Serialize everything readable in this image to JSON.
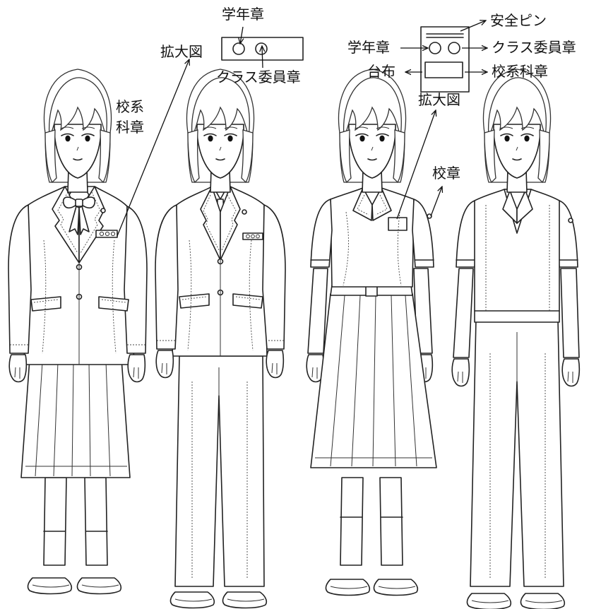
{
  "labels": {
    "grade_badge": "学年章",
    "class_committee_badge": "クラス委員章",
    "safety_pin": "安全ピン",
    "backing_cloth": "台布",
    "department_badge": "校系科章",
    "department_badge_line1": "校系",
    "department_badge_line2": "科章",
    "school_badge": "校章",
    "enlarged_view": "拡大図"
  },
  "figures": [
    {
      "top": "blazer",
      "neck": "ribbon",
      "bottom": "skirt"
    },
    {
      "top": "blazer",
      "neck": "necktie",
      "bottom": "slacks"
    },
    {
      "top": "short-sleeve blouse",
      "neck": "open collar",
      "bottom": "skirt"
    },
    {
      "top": "sweater vest",
      "neck": "open collar",
      "bottom": "slacks"
    }
  ]
}
